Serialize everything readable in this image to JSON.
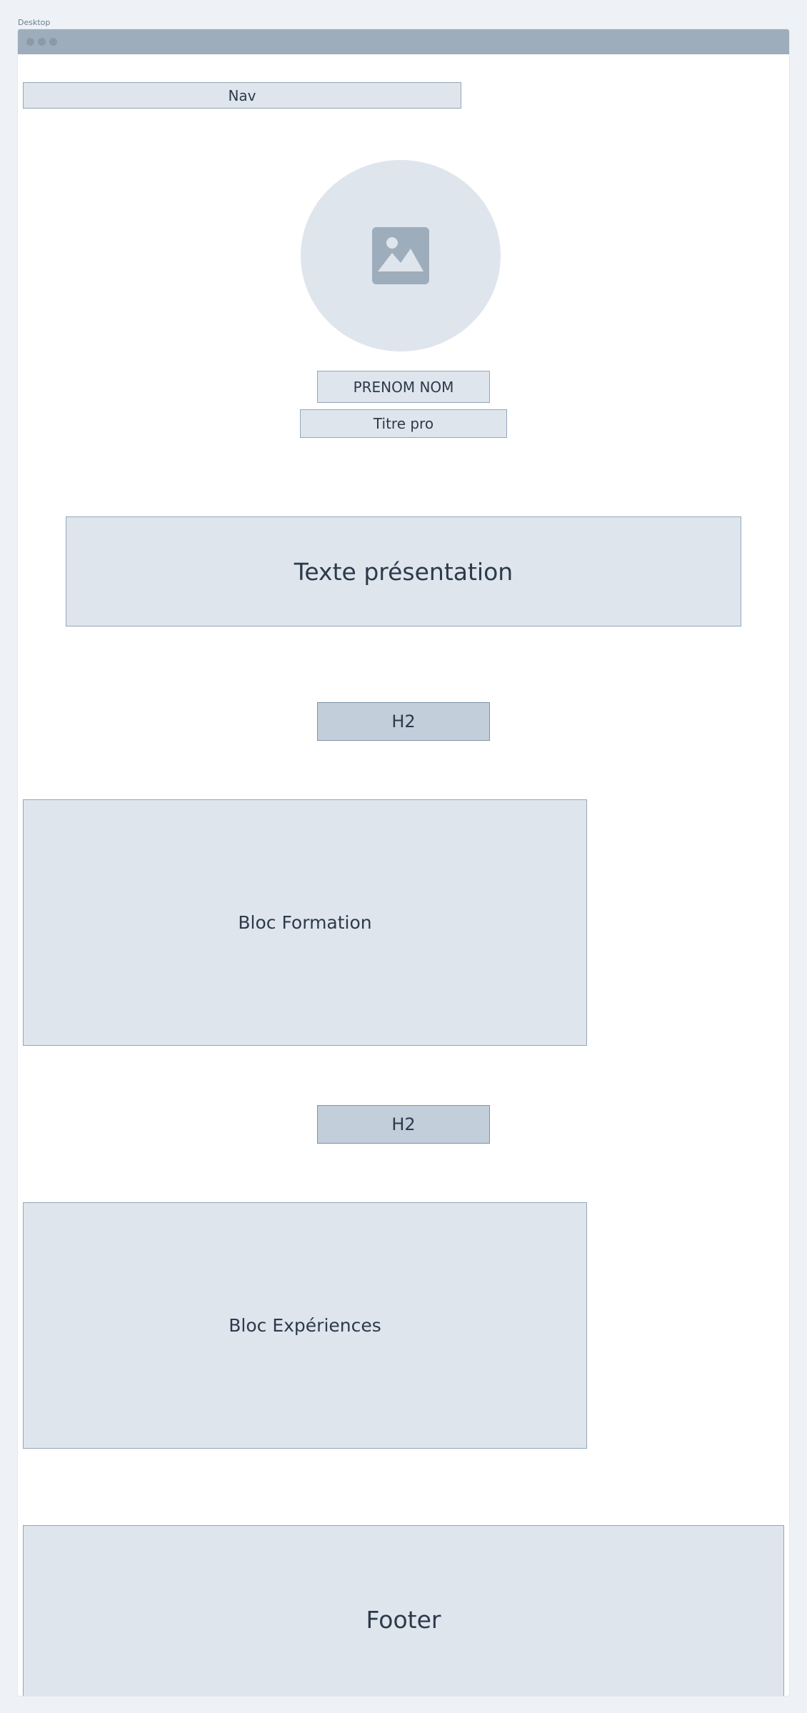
{
  "frame": {
    "label": "Desktop"
  },
  "nav": {
    "label": "Nav"
  },
  "profile": {
    "image_icon": "image-placeholder-icon",
    "name": "PRENOM NOM",
    "title": "Titre pro"
  },
  "intro": {
    "label": "Texte présentation"
  },
  "sections": [
    {
      "heading": "H2",
      "block": "Bloc Formation"
    },
    {
      "heading": "H2",
      "block": "Bloc Expériences"
    }
  ],
  "footer": {
    "label": "Footer"
  },
  "colors": {
    "page_background": "#eef2f6",
    "titlebar": "#9dadbb",
    "placeholder_fill": "#dfe5ed",
    "heading_fill": "#c2ced9",
    "border": "#94a6b8",
    "text": "#2d3a4a"
  }
}
